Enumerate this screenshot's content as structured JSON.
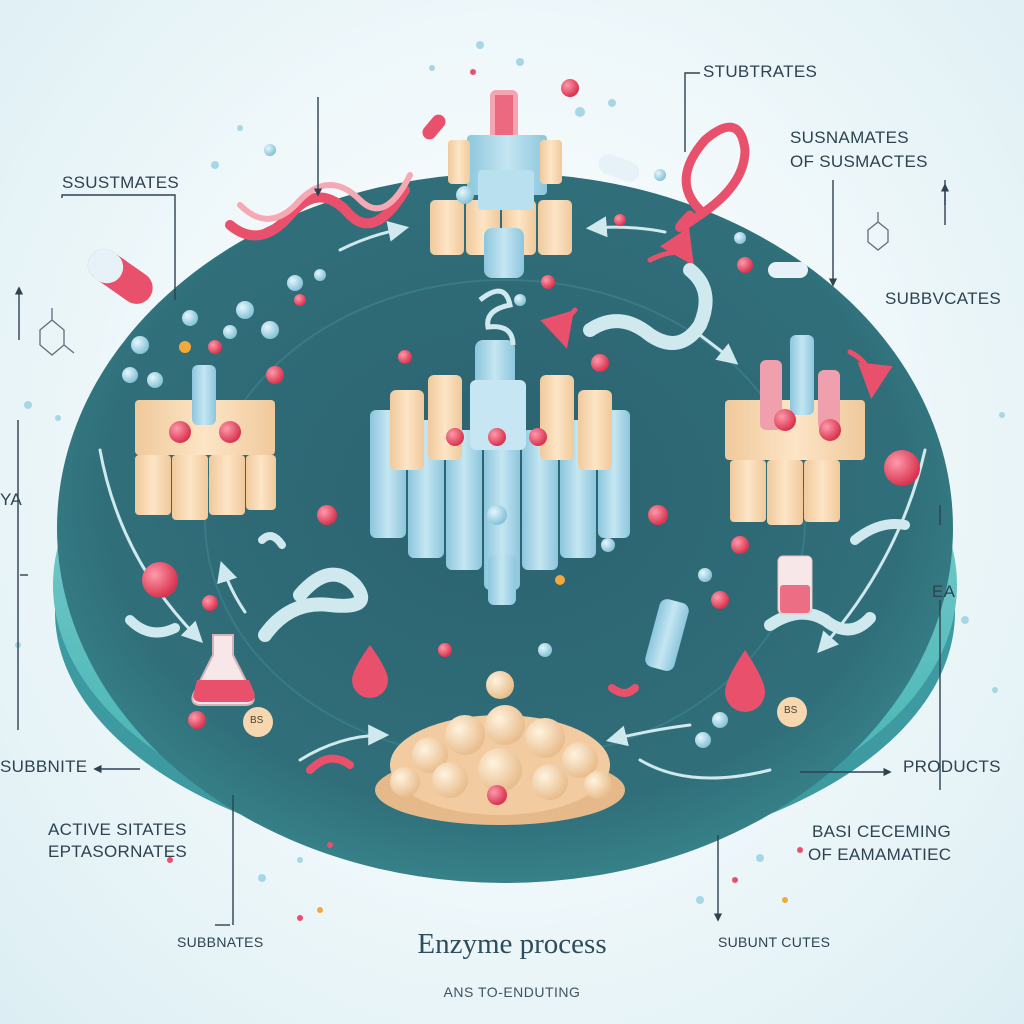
{
  "title": "Enzyme process",
  "subtitle": "ANS TO-ENDUTING",
  "labels": {
    "top_right": "STUBTRATES",
    "right_upper_1": "SUSNAMATES",
    "right_upper_2": "OF SUSMACTES",
    "right_mid": "SUBBVCATES",
    "left_upper": "SSUSTMATES",
    "left_mid": "YA",
    "left_lower": "SUBBNITE",
    "left_bottom_1": "ACTIVE SITATES",
    "left_bottom_2": "EPTASORNATES",
    "bottom_left": "SUBBNATES",
    "right_ea": "EA",
    "right_products": "PRODUCTS",
    "right_bottom_1": "BASI CECEMING",
    "right_bottom_2": "OF EAMAMATIEC",
    "bottom_right": "SUBUNT CUTES",
    "bead_1": "BS",
    "bead_2": "BS"
  },
  "colors": {
    "disk": "#2f6d78",
    "disk_edge": "#58b5bb",
    "substrate_red": "#e8506b",
    "enzyme_blue": "#a8d6e8",
    "enzyme_cream": "#f6d7b0",
    "product": "#f3cba0"
  }
}
